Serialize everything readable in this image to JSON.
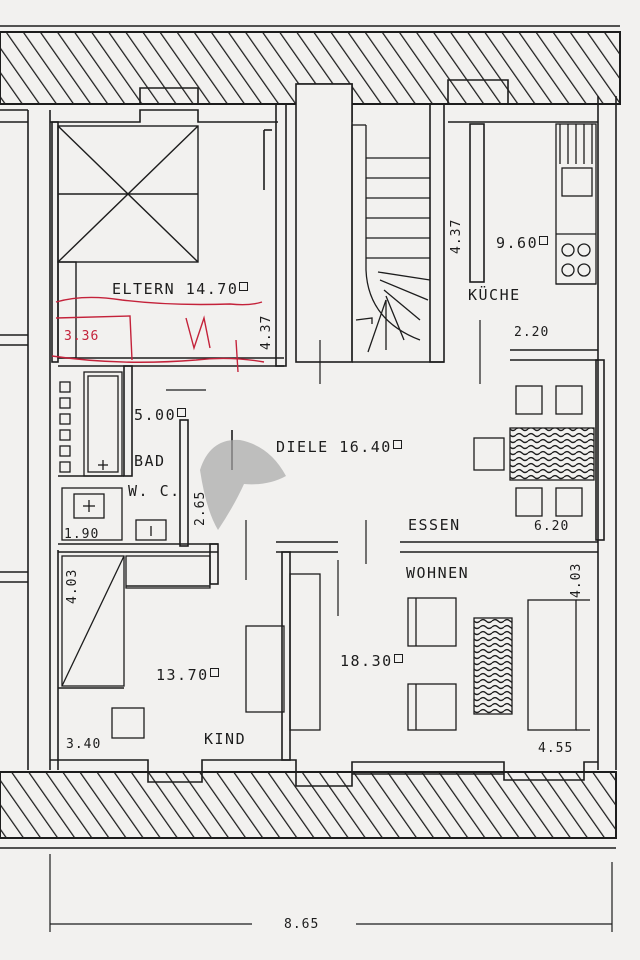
{
  "plan": {
    "rooms": {
      "eltern": {
        "name": "ELTERN",
        "area": "14.70"
      },
      "kueche": {
        "name": "KÜCHE",
        "area": "9.60"
      },
      "bad": {
        "name": "BAD",
        "area": "5.00"
      },
      "wc": {
        "name": "W. C."
      },
      "diele": {
        "name": "DIELE",
        "area": "16.40"
      },
      "essen": {
        "name": "ESSEN",
        "area": "6.20"
      },
      "wohnen": {
        "name": "WOHNEN",
        "area": "18.30"
      },
      "kind": {
        "name": "KIND",
        "area": "13.70"
      }
    },
    "dimensions": {
      "eltern_width": "3.36",
      "eltern_depth": "4.37",
      "stair_length": "4.37",
      "kueche_width": "2.20",
      "diele_width": "2.65",
      "bad_width": "1.90",
      "kind_depth": "4.03",
      "kind_width": "3.40",
      "wohnen_depth": "4.03",
      "wohnen_width": "4.55",
      "total_width": "8.65"
    },
    "colors": {
      "ink": "#1d1d1d",
      "paper": "#f2f1ef",
      "pen": "#c4223a"
    }
  }
}
